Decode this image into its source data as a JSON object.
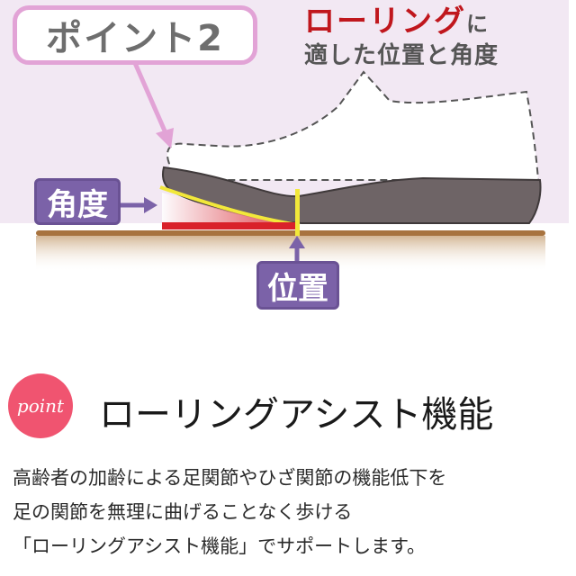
{
  "illustration": {
    "callout_label": "ポイント2",
    "headline": {
      "highlight": "ローリング",
      "particle": "に",
      "subline": "適した位置と角度"
    },
    "labels": {
      "angle": "角度",
      "position": "位置"
    },
    "colors": {
      "background": "#f2e8f3",
      "callout_border": "#e2a3d6",
      "headline_red": "#c0171d",
      "label_purple": "#7b62a8",
      "sole": "#6e6466",
      "floor": "#a8733f",
      "marker_yellow": "#f2e83a",
      "heel_red": "#d9212a"
    }
  },
  "feature": {
    "badge": "point",
    "badge_color": "#f05470",
    "title": "ローリングアシスト機能",
    "description": [
      "高齢者の加齢による足関節やひざ関節の機能低下を",
      "足の関節を無理に曲げることなく歩ける",
      "「ローリングアシスト機能」でサポートします。"
    ]
  }
}
